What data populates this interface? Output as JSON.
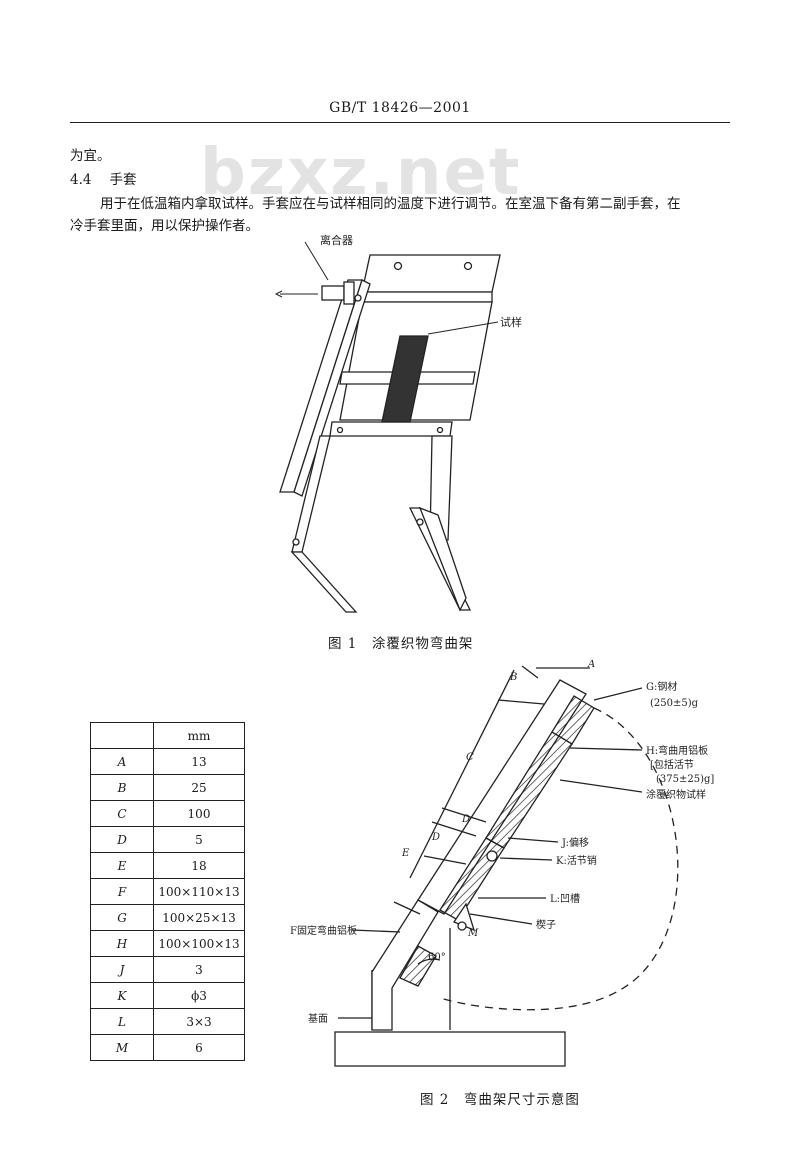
{
  "header": {
    "standard": "GB/T 18426—2001"
  },
  "watermark": "bzxz.net",
  "body": {
    "line_prev": "为宜。",
    "section_num": "4.4",
    "section_title": "手套",
    "para_line1": "用于在低温箱内拿取试样。手套应在与试样相同的温度下进行调节。在室温下备有第二副手套，在",
    "para_line2": "冷手套里面，用以保护操作者。"
  },
  "figure1": {
    "label_clutch": "离合器",
    "label_sample": "试样",
    "caption": "图 1　涂覆织物弯曲架"
  },
  "table": {
    "unit_header": "mm",
    "rows": [
      {
        "key": "A",
        "value": "13"
      },
      {
        "key": "B",
        "value": "25"
      },
      {
        "key": "C",
        "value": "100"
      },
      {
        "key": "D",
        "value": "5"
      },
      {
        "key": "E",
        "value": "18"
      },
      {
        "key": "F",
        "value": "100×110×13"
      },
      {
        "key": "G",
        "value": "100×25×13"
      },
      {
        "key": "H",
        "value": "100×100×13"
      },
      {
        "key": "J",
        "value": "3"
      },
      {
        "key": "K",
        "value": "ϕ3"
      },
      {
        "key": "L",
        "value": "3×3"
      },
      {
        "key": "M",
        "value": "6"
      }
    ]
  },
  "figure2": {
    "label_A": "A",
    "label_B": "B",
    "label_C": "C",
    "label_D1": "D",
    "label_D2": "D",
    "label_E": "E",
    "label_M": "M",
    "label_G": "G:钢材",
    "label_G_weight": "(250±5)g",
    "label_H": "H:弯曲用铝板",
    "label_H2": "[包括活节",
    "label_H3": "(375±25)g]",
    "label_coated": "涂覆织物试样",
    "label_J": "J:偏移",
    "label_K": "K:活节销",
    "label_L": "L:凹槽",
    "label_wedge": "楔子",
    "label_F": "F固定弯曲铝板",
    "label_base": "基面",
    "label_angle": "60°",
    "caption": "图 2　弯曲架尺寸示意图"
  }
}
